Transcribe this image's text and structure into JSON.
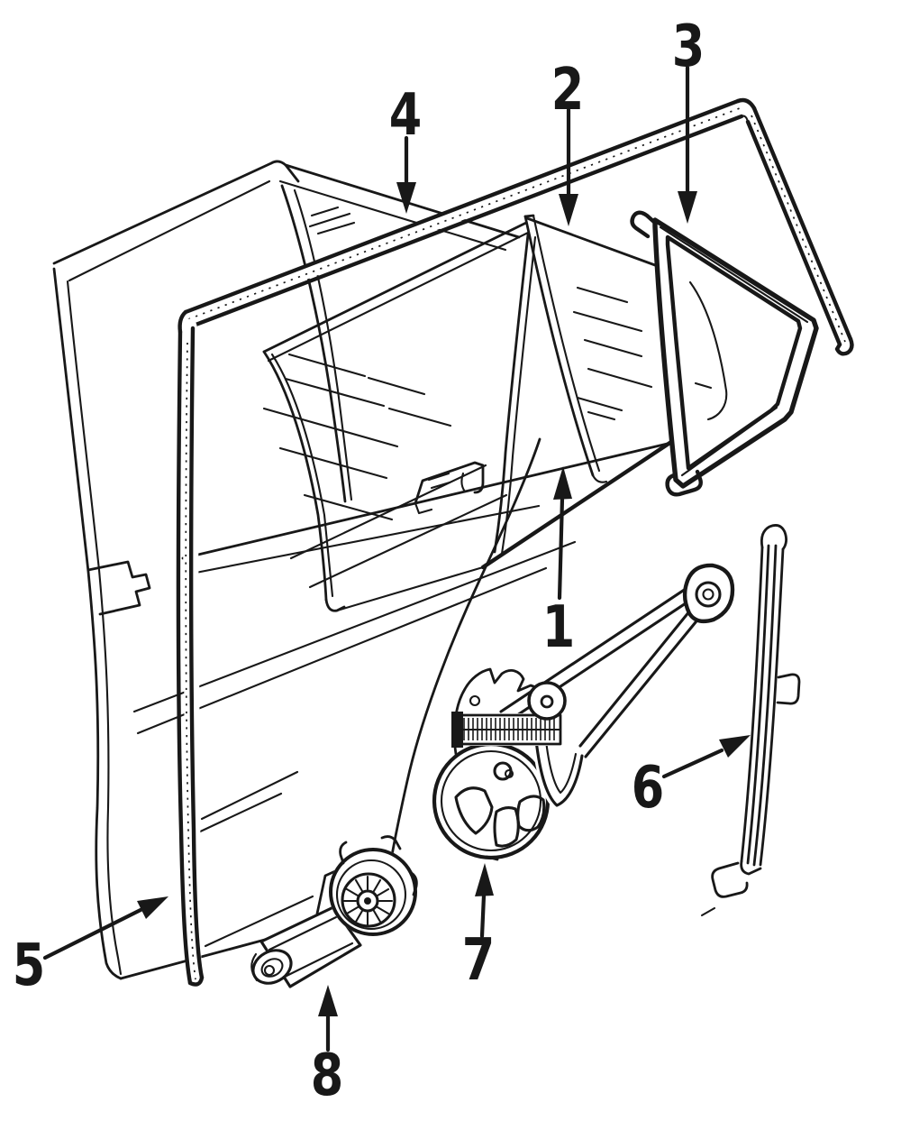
{
  "figure": {
    "ink_color": "#181818",
    "paper_color": "#ffffff",
    "callouts": [
      {
        "label": "1"
      },
      {
        "label": "2"
      },
      {
        "label": "3"
      },
      {
        "label": "4"
      },
      {
        "label": "5"
      },
      {
        "label": "6"
      },
      {
        "label": "7"
      },
      {
        "label": "8"
      }
    ]
  }
}
